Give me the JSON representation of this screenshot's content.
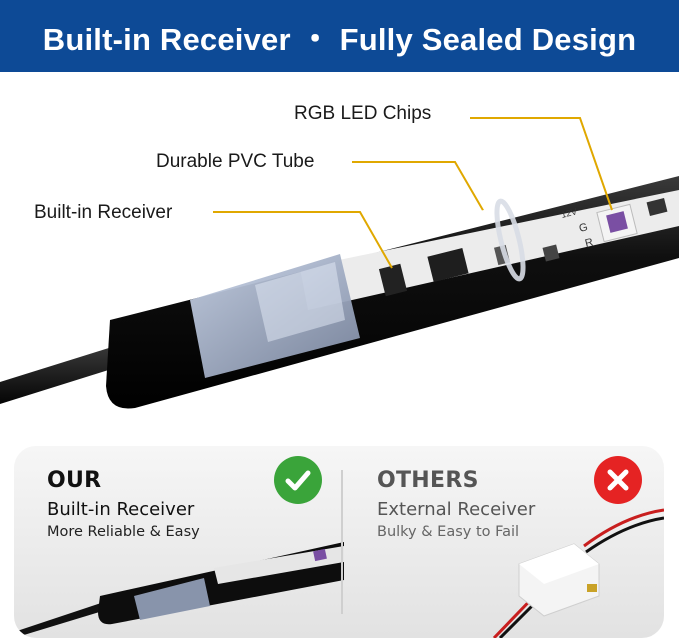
{
  "banner": {
    "title": "Built-in Receiver ・ Fully Sealed Design",
    "color": "#0d4a96"
  },
  "callouts": {
    "rgb_led_chips": "RGB LED Chips",
    "pvc_tube": "Durable PVC Tube",
    "built_in_receiver": "Built-in Receiver"
  },
  "strip_labels": {
    "voltage": "12V",
    "green": "G",
    "red": "R"
  },
  "comparison": {
    "ours": {
      "heading": "OUR",
      "title": "Built-in Receiver",
      "subtitle": "More Reliable & Easy",
      "badge_icon": "check-icon",
      "badge_color": "#3aa43a"
    },
    "others": {
      "heading": "OTHERS",
      "title": "External Receiver",
      "subtitle": "Bulky & Easy to Fail",
      "badge_icon": "cross-icon",
      "badge_color": "#e52323"
    }
  },
  "colors": {
    "callout_line": "#e0a800"
  }
}
